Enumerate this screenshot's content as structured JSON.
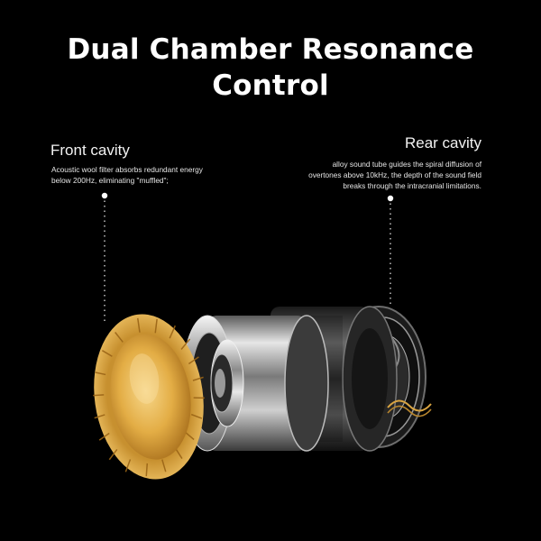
{
  "headline": {
    "line1": "Dual Chamber Resonance",
    "line2": "Control"
  },
  "front_cavity": {
    "title": "Front cavity",
    "description": "Acoustic wool filter absorbs redundant energy below 200Hz, eliminating \"muffled\";"
  },
  "rear_cavity": {
    "title": "Rear cavity",
    "description": "alloy sound tube guides the spiral diffusion of overtones above 10kHz, the depth of the sound field breaks through the intracranial limitations."
  },
  "colors": {
    "background": "#000000",
    "text": "#ffffff",
    "diaphragm_gold": "#e0a93a",
    "metal_silver": "#c9c9c9",
    "metal_dark": "#2b2b2b"
  },
  "icons": {
    "driver": "exploded-dynamic-driver-illustration"
  }
}
